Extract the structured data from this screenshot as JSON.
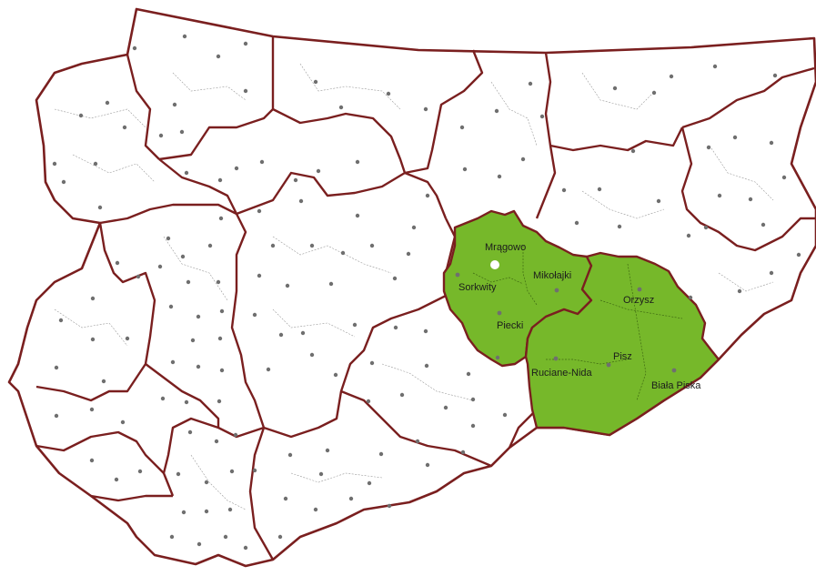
{
  "colors": {
    "background": "#ffffff",
    "border": "#7a1f1f",
    "highlight": "#76b82a",
    "seat_dot": "#6f6f6f",
    "capital_dot": "#ffffff"
  },
  "highlighted_region": {
    "labels": {
      "mragowo": "Mrągowo",
      "sorkwity": "Sorkwity",
      "mikolajki": "Mikołajki",
      "piecki": "Piecki",
      "orzysz": "Orzysz",
      "pisz": "Pisz",
      "ruciane": "Ruciane-Nida",
      "biala": "Biała Piska"
    }
  }
}
